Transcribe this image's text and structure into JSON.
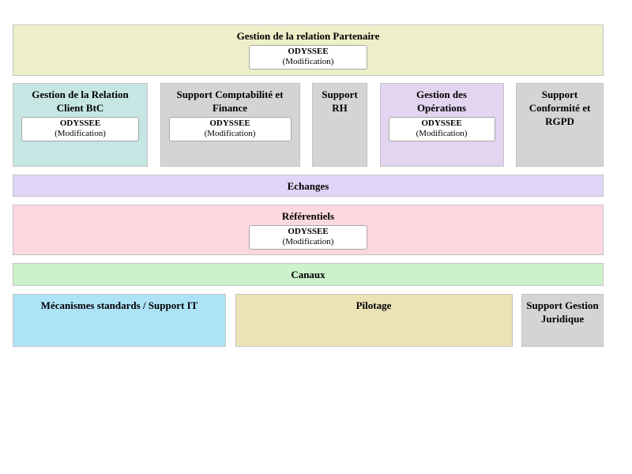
{
  "diagram": {
    "border_color": "#c3c3c3",
    "tag_border_color": "#a6a6a6",
    "text_color": "#000000",
    "rows": [
      {
        "name": "partenaire",
        "blocks": [
          {
            "id": "gestion-relation-partenaire",
            "label": "Gestion de la relation Partenaire",
            "color": "#edefc9",
            "tag": {
              "title": "ODYSSEE",
              "subtitle": "(Modification)"
            }
          }
        ]
      },
      {
        "name": "domaines",
        "blocks": [
          {
            "id": "gestion-relation-client-btc",
            "label": "Gestion de la Relation Client BtC",
            "color": "#c5e6e3",
            "tag": {
              "title": "ODYSSEE",
              "subtitle": "(Modification)"
            }
          },
          {
            "id": "support-comptabilite-finance",
            "label": "Support Comptabilité et Finance",
            "color": "#d4d4d4",
            "tag": {
              "title": "ODYSSEE",
              "subtitle": "(Modification)"
            }
          },
          {
            "id": "support-rh",
            "label": "Support RH",
            "color": "#d4d4d4"
          },
          {
            "id": "gestion-des-operations",
            "label": "Gestion des Opérations",
            "color": "#e3d5f0",
            "tag": {
              "title": "ODYSSEE",
              "subtitle": "(Modification)"
            }
          },
          {
            "id": "support-conformite-rgpd",
            "label": "Support Conformité et RGPD",
            "color": "#d4d4d4"
          }
        ]
      },
      {
        "name": "echanges",
        "slim": true,
        "blocks": [
          {
            "id": "echanges",
            "label": "Echanges",
            "color": "#e1d5f7"
          }
        ]
      },
      {
        "name": "referentiels",
        "blocks": [
          {
            "id": "referentiels",
            "label": "Référentiels",
            "color": "#fdd8de",
            "tag": {
              "title": "ODYSSEE",
              "subtitle": "(Modification)"
            }
          }
        ]
      },
      {
        "name": "canaux",
        "slim": true,
        "blocks": [
          {
            "id": "canaux",
            "label": "Canaux",
            "color": "#cdf2cb"
          }
        ]
      },
      {
        "name": "transverse",
        "blocks": [
          {
            "id": "mecanismes-standards-support-it",
            "label": "Mécanismes standards / Support IT",
            "color": "#aee3f7"
          },
          {
            "id": "pilotage",
            "label": "Pilotage",
            "color": "#ede2b5"
          },
          {
            "id": "support-gestion-juridique",
            "label": "Support Gestion Juridique",
            "color": "#d4d4d4"
          }
        ]
      }
    ]
  }
}
